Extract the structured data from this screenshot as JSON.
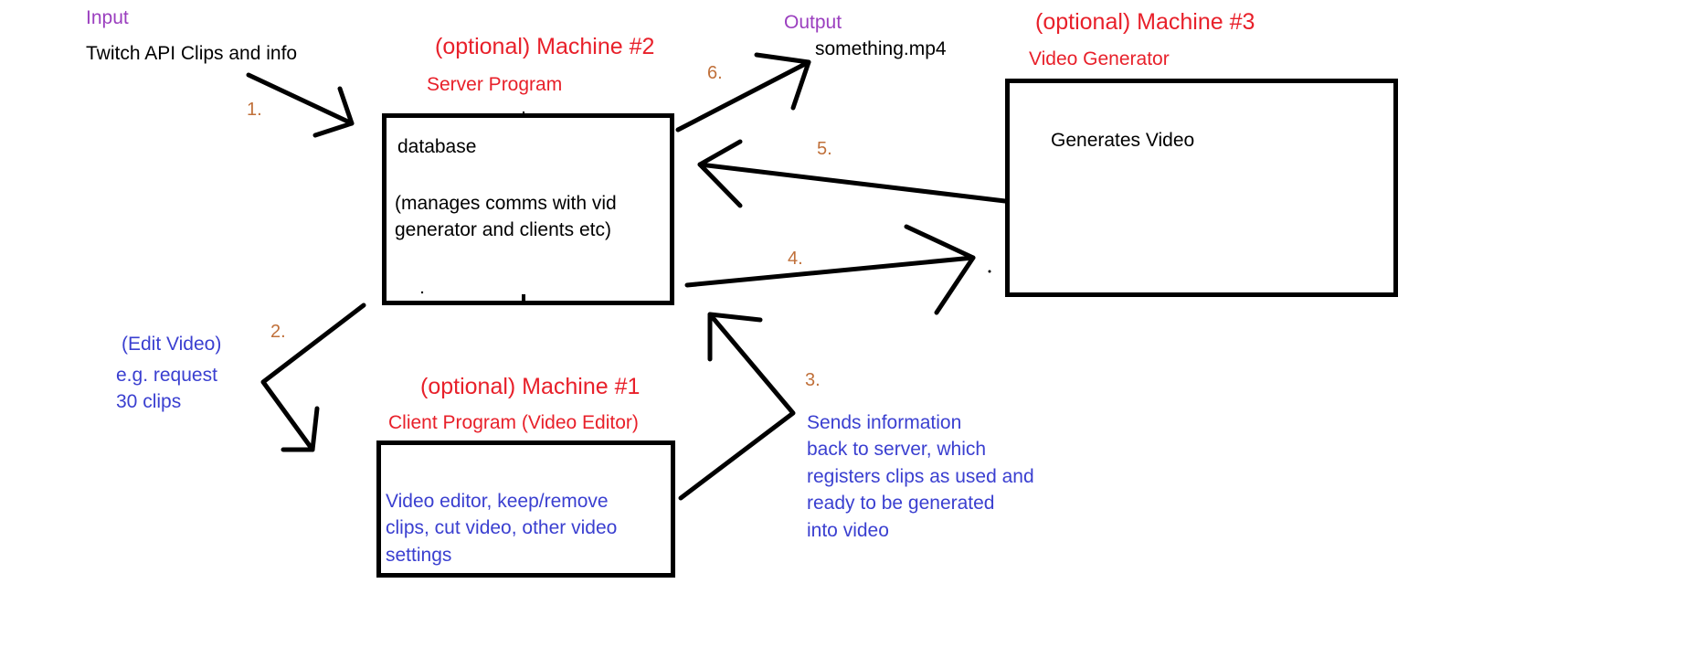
{
  "colors": {
    "purple": "#9b3fbf",
    "red": "#e8202a",
    "blue": "#3a3fd0",
    "step": "#c0703a",
    "ink": "#000000"
  },
  "input": {
    "heading": "Input",
    "text": "Twitch API Clips and info"
  },
  "output": {
    "heading": "Output",
    "text": "something.mp4"
  },
  "machine2": {
    "title": "(optional) Machine #2",
    "subtitle": "Server Program",
    "box_title": "database",
    "box_line1": "(manages comms with vid",
    "box_line2": "generator and clients etc)"
  },
  "machine3": {
    "title": "(optional) Machine #3",
    "subtitle": "Video Generator",
    "box_title": "Generates Video"
  },
  "machine1": {
    "title": "(optional) Machine #1",
    "subtitle": "Client Program (Video Editor)",
    "box_line1": "Video editor, keep/remove",
    "box_line2": "clips, cut video, other video",
    "box_line3": "settings"
  },
  "edit_video": {
    "line1": "(Edit Video)",
    "line2": "e.g. request",
    "line3": "30 clips"
  },
  "sends_info": {
    "line1": "Sends information",
    "line2": "back to server, which",
    "line3": "registers clips as used and",
    "line4": "ready to be generated",
    "line5": "into video"
  },
  "steps": {
    "s1": "1.",
    "s2": "2.",
    "s3": "3.",
    "s4": "4.",
    "s5": "5.",
    "s6": "6."
  }
}
